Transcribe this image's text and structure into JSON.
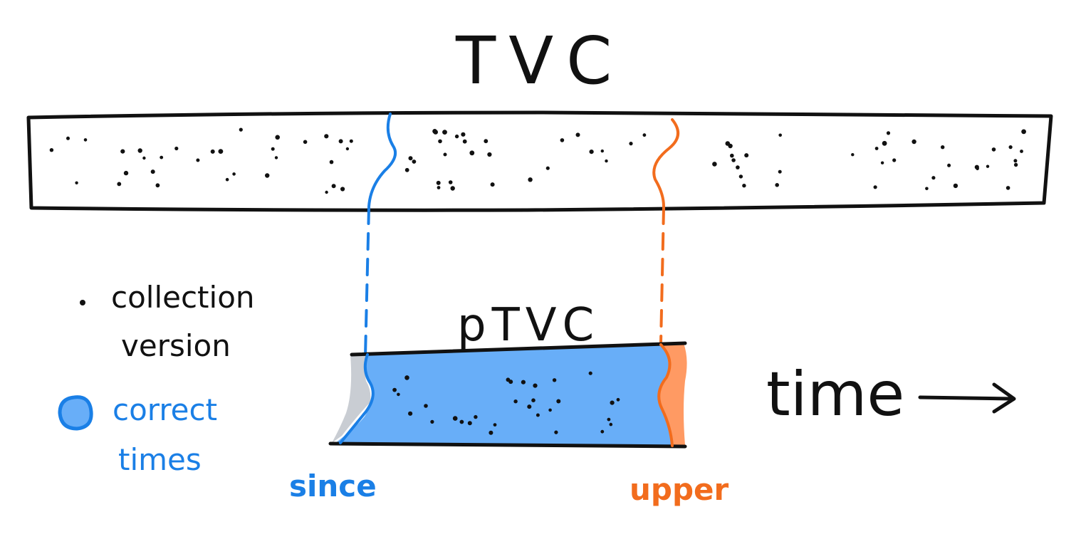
{
  "diagram": {
    "title": "TVC",
    "sub_title": "pTVC",
    "legend": {
      "dot_label_line1": "collection",
      "dot_label_line2": "version",
      "blob_label_line1": "correct",
      "blob_label_line2": "times"
    },
    "markers": {
      "since": "since",
      "upper": "upper"
    },
    "axis_label": "time",
    "colors": {
      "ink": "#111111",
      "since": "#1a7fe6",
      "upper": "#f26c1d",
      "fill_blue": "#68aef8",
      "fill_grey": "#c9cdd3",
      "fill_orange": "#ff9a63"
    }
  }
}
